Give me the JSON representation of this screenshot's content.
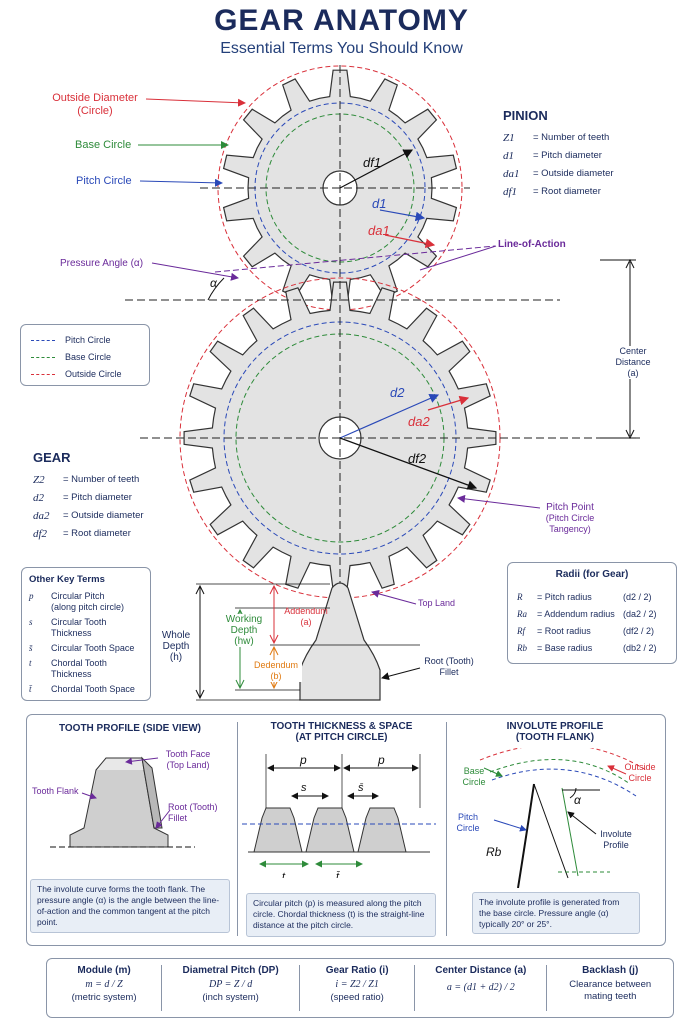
{
  "title": "GEAR ANATOMY",
  "subtitle": "Essential Terms You Should Know",
  "callouts": {
    "outside_diameter": "Outside Diameter",
    "outside_diameter_sub": "(Circle)",
    "base_circle": "Base Circle",
    "pitch_circle": "Pitch Circle",
    "pressure_angle": "Pressure Angle (α)",
    "alpha": "α",
    "line_of_action": "Line-of-Action",
    "center_distance": [
      "Center",
      "Distance",
      "(a)"
    ],
    "pitch_point": "Pitch Point",
    "pitch_point_sub": [
      "(Pitch Circle",
      "Tangency)"
    ],
    "top_land": "Top Land",
    "whole_depth": [
      "Whole Depth",
      "(h)"
    ],
    "working_depth": [
      "Working",
      "Depth",
      "(hw)"
    ],
    "addendum": [
      "Addendum",
      "(a)"
    ],
    "dedendum": [
      "Dedendum",
      "(b)"
    ],
    "root_fillet": [
      "Root (Tooth)",
      "Fillet"
    ],
    "df1": "df1",
    "d1": "d1",
    "da1": "da1",
    "d2": "d2",
    "da2": "da2",
    "df2": "df2"
  },
  "pinion": {
    "heading": "PINION",
    "terms": [
      {
        "sym": "Z1",
        "desc": "= Number of teeth"
      },
      {
        "sym": "d1",
        "desc": "= Pitch diameter"
      },
      {
        "sym": "da1",
        "desc": "= Outside diameter"
      },
      {
        "sym": "df1",
        "desc": "= Root diameter"
      }
    ]
  },
  "gear": {
    "heading": "GEAR",
    "terms": [
      {
        "sym": "Z2",
        "desc": "= Number of teeth"
      },
      {
        "sym": "d2",
        "desc": "= Pitch diameter"
      },
      {
        "sym": "da2",
        "desc": "= Outside diameter"
      },
      {
        "sym": "df2",
        "desc": "= Root diameter"
      }
    ]
  },
  "legend": [
    {
      "label": "Pitch Circle",
      "color": "#2a49b8"
    },
    {
      "label": "Base Circle",
      "color": "#2e8b3a"
    },
    {
      "label": "Outside Circle",
      "color": "#d9303a"
    }
  ],
  "other_terms": {
    "heading": "Other Key Terms",
    "items": [
      {
        "sym": "p",
        "desc": [
          "Circular Pitch",
          "(along pitch circle)"
        ]
      },
      {
        "sym": "s",
        "desc": [
          "Circular Tooth",
          "Thickness"
        ]
      },
      {
        "sym": "s̄",
        "desc": [
          "Circular Tooth Space"
        ]
      },
      {
        "sym": "t",
        "desc": [
          "Chordal Tooth",
          "Thickness"
        ]
      },
      {
        "sym": "t̄",
        "desc": [
          "Chordal Tooth Space"
        ]
      }
    ]
  },
  "radii": {
    "heading": "Radii (for Gear)",
    "items": [
      {
        "sym": "R",
        "desc": "= Pitch radius",
        "val": "(d2 / 2)"
      },
      {
        "sym": "Ra",
        "desc": "= Addendum radius",
        "val": "(da2 / 2)"
      },
      {
        "sym": "Rf",
        "desc": "= Root radius",
        "val": "(df2 / 2)"
      },
      {
        "sym": "Rb",
        "desc": "= Base radius",
        "val": "(db2 / 2)"
      }
    ]
  },
  "panels": {
    "profile": {
      "title": "TOOTH PROFILE (SIDE VIEW)",
      "tooth_face": [
        "Tooth Face",
        "(Top Land)"
      ],
      "tooth_flank": "Tooth Flank",
      "root_fillet": [
        "Root (Tooth)",
        "Fillet"
      ],
      "note": "The involute curve forms the tooth flank. The pressure angle (α) is the angle between the line-of-action and the common tangent at the pitch point."
    },
    "thickness": {
      "title": [
        "TOOTH THICKNESS & SPACE",
        "(AT PITCH CIRCLE)"
      ],
      "p1": "p",
      "p2": "p",
      "s": "s",
      "sbar": "s̄",
      "t": "t",
      "tbar": "t̄",
      "note": "Circular pitch (p) is measured along the pitch circle. Chordal thickness (t) is the straight-line distance at the pitch circle."
    },
    "involute": {
      "title": [
        "INVOLUTE PROFILE",
        "(TOOTH FLANK)"
      ],
      "base_circle": [
        "Base",
        "Circle"
      ],
      "outside_circle": [
        "Outside",
        "Circle"
      ],
      "pitch_circle": [
        "Pitch",
        "Circle"
      ],
      "rb": "Rb",
      "alpha": "α",
      "involute_profile": [
        "Involute",
        "Profile"
      ],
      "note": "The involute profile is generated from the base circle. Pressure angle (α) typically 20° or 25°."
    }
  },
  "formulas": [
    {
      "title": "Module (m)",
      "formula": "m = d / Z",
      "sub": "(metric system)"
    },
    {
      "title": "Diametral Pitch (DP)",
      "formula": "DP = Z / d",
      "sub": "(inch system)"
    },
    {
      "title": "Gear Ratio (i)",
      "formula": "i = Z2 / Z1",
      "sub": "(speed ratio)"
    },
    {
      "title": "Center Distance (a)",
      "formula": "a = (d1 + d2) / 2",
      "sub": ""
    },
    {
      "title": "Backlash (j)",
      "formula": "Clearance between",
      "sub": "mating teeth"
    }
  ],
  "colors": {
    "pitch": "#2a49b8",
    "base": "#2e8b3a",
    "outside": "#d9303a",
    "gear_fill": "#e3e3e3",
    "ink": "#1b2b5c",
    "purple": "#6a2a9a"
  }
}
